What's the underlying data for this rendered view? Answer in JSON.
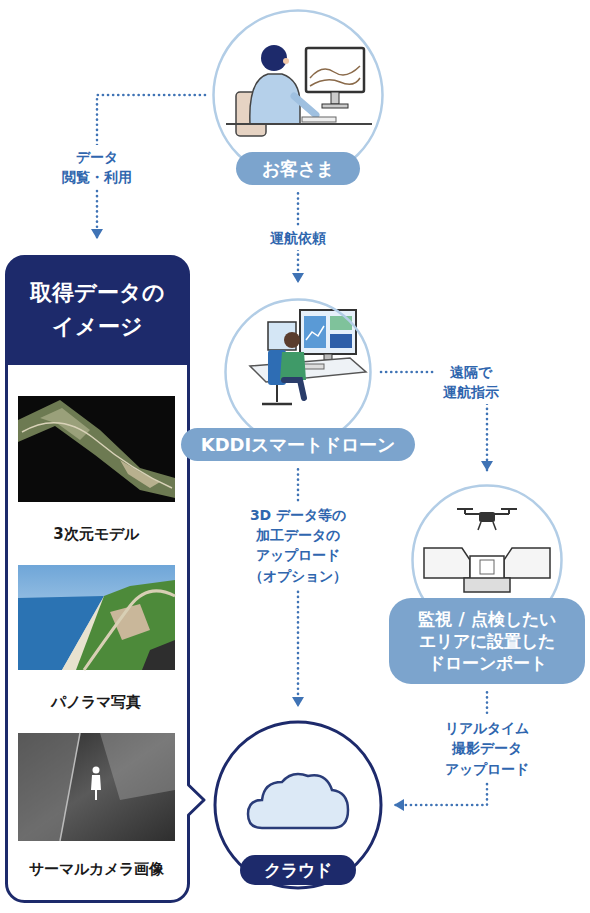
{
  "diagram": {
    "nodes": [
      {
        "text": [
          "お客さま"
        ]
      },
      {
        "text": [
          "取得データの イメージ"
        ]
      },
      {
        "text": [
          "KDDIスマートドローン"
        ]
      },
      {
        "text": [
          "監視 / 点検したい エリアに設置した ドローンポート"
        ]
      },
      {
        "text": [
          "クラウド"
        ]
      }
    ],
    "edges": [
      {
        "from": 0,
        "to": 1,
        "arrow": "to",
        "label": "データ 閲覧・利用"
      },
      {
        "from": 0,
        "to": 2,
        "arrow": "to",
        "label": "運航依頼"
      },
      {
        "from": 2,
        "to": 3,
        "arrow": "to",
        "label": "遠隔で 運航指示"
      },
      {
        "from": 2,
        "to": 4,
        "arrow": "to",
        "label": "3D データ等の 加工データの アップロード （オプション）"
      },
      {
        "from": 3,
        "to": 4,
        "arrow": "to",
        "label": "リアルタイム 撮影データ アップロード"
      }
    ],
    "labels": [
      "3次元モデル",
      "パノラマ写真",
      "サーマルカメラ画像"
    ]
  }
}
